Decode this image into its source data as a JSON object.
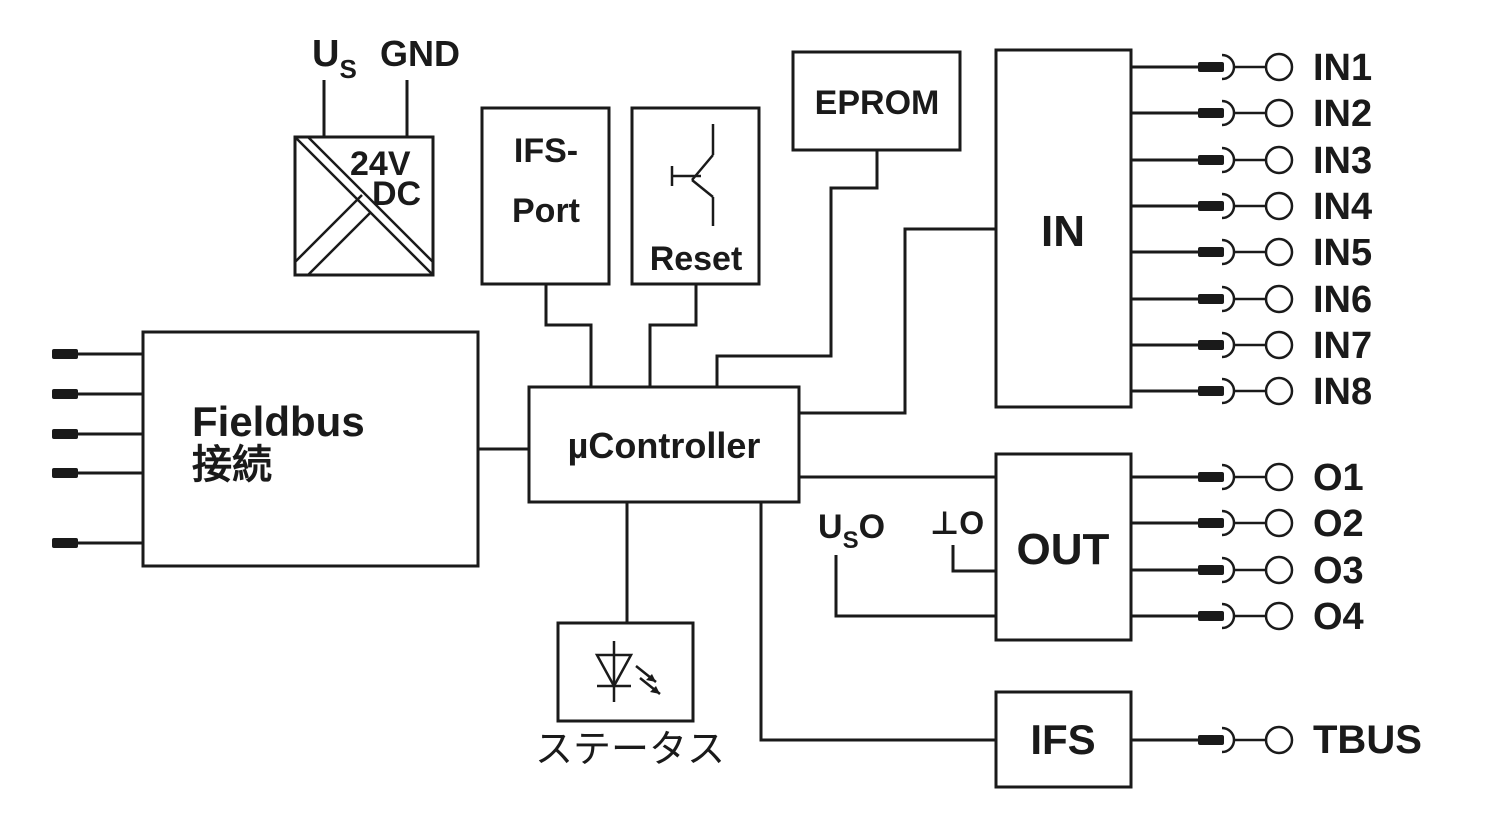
{
  "power": {
    "us_main": "U",
    "us_sub": "S",
    "gnd": "GND",
    "voltage_line1": "24V",
    "voltage_line2": "DC"
  },
  "ifs_port": {
    "line1": "IFS-",
    "line2": "Port"
  },
  "reset": {
    "label": "Reset"
  },
  "eprom": {
    "label": "EPROM"
  },
  "fieldbus": {
    "line1": "Fieldbus",
    "line2": "接続"
  },
  "controller": {
    "label": "µController"
  },
  "in_block": {
    "label": "IN",
    "channels": [
      "IN1",
      "IN2",
      "IN3",
      "IN4",
      "IN5",
      "IN6",
      "IN7",
      "IN8"
    ]
  },
  "out_block": {
    "label": "OUT",
    "uso_main": "U",
    "uso_sub": "S",
    "uso_suffix": "O",
    "perp_label": "⊥O",
    "channels": [
      "O1",
      "O2",
      "O3",
      "O4"
    ]
  },
  "ifs_block": {
    "label": "IFS",
    "bus": "TBUS"
  },
  "status": {
    "label": "ステータス"
  },
  "colors": {
    "line": "#1a1a1a",
    "background": "#ffffff"
  }
}
